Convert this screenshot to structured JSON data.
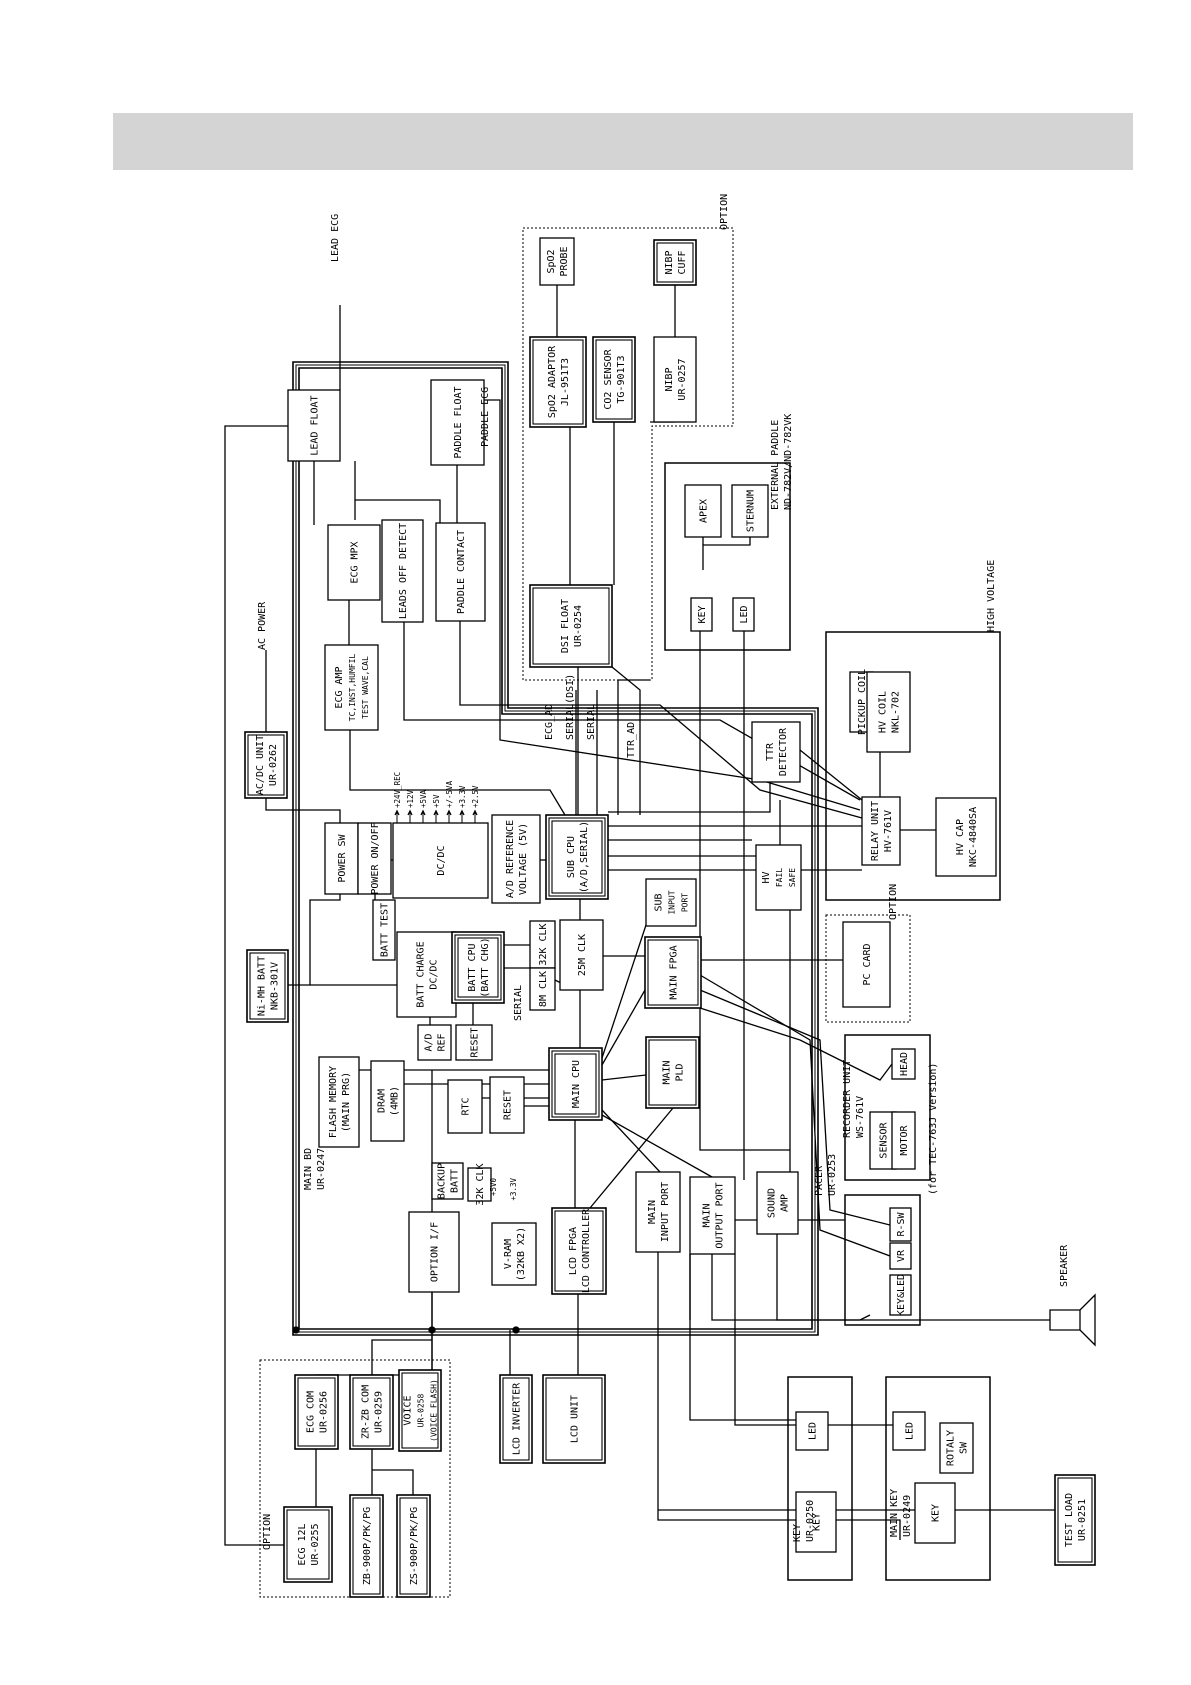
{
  "blocks": [
    {
      "id": "lead-float",
      "lines": [
        "LEAD FLOAT"
      ]
    },
    {
      "id": "paddle-float",
      "lines": [
        "PADDLE FLOAT"
      ]
    },
    {
      "id": "ecg-mpx",
      "lines": [
        "ECG MPX"
      ]
    },
    {
      "id": "leads-off",
      "lines": [
        "LEADS OFF DETECT"
      ]
    },
    {
      "id": "paddle-contact",
      "lines": [
        "PADDLE CONTACT"
      ]
    },
    {
      "id": "ecg-amp",
      "lines": [
        "ECG AMP",
        "TC,INST,HUMFIL",
        "TEST WAVE,CAL"
      ]
    },
    {
      "id": "acdc",
      "lines": [
        "AC/DC UNIT",
        "UR-0262"
      ]
    },
    {
      "id": "power-sw",
      "lines": [
        "POWER SW"
      ]
    },
    {
      "id": "power-onoff",
      "lines": [
        "POWER ON/OFF"
      ]
    },
    {
      "id": "dcdc",
      "lines": [
        "DC/DC"
      ]
    },
    {
      "id": "ad-ref",
      "lines": [
        "A/D REFERENCE",
        "VOLTAGE (5V)"
      ]
    },
    {
      "id": "sub-cpu",
      "lines": [
        "SUB CPU",
        "(A/D,SERIAL)"
      ]
    },
    {
      "id": "ttr-detector",
      "lines": [
        "TTR",
        "DETECTOR"
      ]
    },
    {
      "id": "hv-failsafe",
      "lines": [
        "HV",
        "FAIL",
        "SAFE"
      ]
    },
    {
      "id": "sub-input",
      "lines": [
        "SUB",
        "INPUT",
        "PORT"
      ]
    },
    {
      "id": "batt-test",
      "lines": [
        "BATT TEST"
      ]
    },
    {
      "id": "batt-charge",
      "lines": [
        "BATT CHARGE",
        "DC/DC"
      ]
    },
    {
      "id": "batt-cpu",
      "lines": [
        "BATT CPU",
        "(BATT CHG)"
      ]
    },
    {
      "id": "clk-32k",
      "lines": [
        "32K CLK"
      ]
    },
    {
      "id": "clk-8m",
      "lines": [
        "8M CLK"
      ]
    },
    {
      "id": "clk-25m",
      "lines": [
        "25M CLK"
      ]
    },
    {
      "id": "main-fpga",
      "lines": [
        "MAIN FPGA"
      ]
    },
    {
      "id": "nimh-batt",
      "lines": [
        "Ni-MH BATT",
        "NKB-301V"
      ]
    },
    {
      "id": "ad-ref2",
      "lines": [
        "A/D",
        "REF"
      ]
    },
    {
      "id": "reset1",
      "lines": [
        "RESET"
      ]
    },
    {
      "id": "main-cpu",
      "lines": [
        "MAIN CPU"
      ]
    },
    {
      "id": "main-pld",
      "lines": [
        "MAIN",
        "PLD"
      ]
    },
    {
      "id": "flash",
      "lines": [
        "FLASH MEMORY",
        "(MAIN PRG)"
      ]
    },
    {
      "id": "dram",
      "lines": [
        "DRAM",
        "(4MB)"
      ]
    },
    {
      "id": "rtc",
      "lines": [
        "RTC"
      ]
    },
    {
      "id": "reset2",
      "lines": [
        "RESET"
      ]
    },
    {
      "id": "backup-batt",
      "lines": [
        "BACKUP",
        "BATT"
      ]
    },
    {
      "id": "clk-32kb",
      "lines": [
        "32K CLK"
      ]
    },
    {
      "id": "option-if",
      "lines": [
        "OPTION I/F"
      ]
    },
    {
      "id": "vram",
      "lines": [
        "V-RAM",
        "(32KB X2)"
      ]
    },
    {
      "id": "lcd-fpga",
      "lines": [
        "LCD FPGA",
        "LCD CONTROLLER"
      ]
    },
    {
      "id": "main-input",
      "lines": [
        "MAIN",
        "INPUT PORT"
      ]
    },
    {
      "id": "main-output",
      "lines": [
        "MAIN",
        "OUTPUT PORT"
      ]
    },
    {
      "id": "sound-amp",
      "lines": [
        "SOUND",
        "AMP"
      ]
    },
    {
      "id": "spo2-probe",
      "lines": [
        "SpO2",
        "PROBE"
      ]
    },
    {
      "id": "spo2-adaptor",
      "lines": [
        "SpO2 ADAPTOR",
        "JL-951T3"
      ]
    },
    {
      "id": "co2",
      "lines": [
        "CO2 SENSOR",
        "TG-901T3"
      ]
    },
    {
      "id": "nibp-cuff",
      "lines": [
        "NIBP",
        "CUFF"
      ]
    },
    {
      "id": "nibp",
      "lines": [
        "NIBP",
        "UR-0257"
      ]
    },
    {
      "id": "ds-float",
      "lines": [
        "DSI FLOAT",
        "UR-0254"
      ]
    },
    {
      "id": "apex",
      "lines": [
        "APEX"
      ]
    },
    {
      "id": "sternum",
      "lines": [
        "STERNUM"
      ]
    },
    {
      "id": "pad-key",
      "lines": [
        "KEY"
      ]
    },
    {
      "id": "pad-led",
      "lines": [
        "LED"
      ]
    },
    {
      "id": "pickup",
      "lines": [
        "PICKUP COIL"
      ]
    },
    {
      "id": "hv-coil",
      "lines": [
        "HV COIL",
        "NKL-702"
      ]
    },
    {
      "id": "relay",
      "lines": [
        "RELAY UNIT",
        "HV-761V"
      ]
    },
    {
      "id": "hv-cap",
      "lines": [
        "HV CAP",
        "NKC-4840SA"
      ]
    },
    {
      "id": "pc-card",
      "lines": [
        "PC CARD"
      ]
    },
    {
      "id": "rec-head",
      "lines": [
        "HEAD"
      ]
    },
    {
      "id": "rec-sensor",
      "lines": [
        "SENSOR"
      ]
    },
    {
      "id": "rec-motor",
      "lines": [
        "MOTOR"
      ]
    },
    {
      "id": "pacer-rsw",
      "lines": [
        "R-SW"
      ]
    },
    {
      "id": "pacer-vr",
      "lines": [
        "VR"
      ]
    },
    {
      "id": "pacer-keyled",
      "lines": [
        "KEY&LED"
      ]
    },
    {
      "id": "ecg-com",
      "lines": [
        "ECG COM",
        "UR-0256"
      ]
    },
    {
      "id": "zr-com",
      "lines": [
        "ZR-ZB COM",
        "UR-0259"
      ]
    },
    {
      "id": "voice",
      "lines": [
        "VOICE",
        "UR-0258",
        "(VOICE FLASH)"
      ]
    },
    {
      "id": "ecg12l",
      "lines": [
        "ECG 12L",
        "UR-0255"
      ]
    },
    {
      "id": "zb900",
      "lines": [
        "ZB-900P/PK/PG"
      ]
    },
    {
      "id": "zs900",
      "lines": [
        "ZS-900P/PK/PG"
      ]
    },
    {
      "id": "lcd-inv",
      "lines": [
        "LCD INVERTER"
      ]
    },
    {
      "id": "lcd-unit",
      "lines": [
        "LCD UNIT"
      ]
    },
    {
      "id": "key-led",
      "lines": [
        "LED"
      ]
    },
    {
      "id": "key-key",
      "lines": [
        "KEY"
      ]
    },
    {
      "id": "mk-led",
      "lines": [
        "LED"
      ]
    },
    {
      "id": "mk-rotary",
      "lines": [
        "ROTALY",
        "SW"
      ]
    },
    {
      "id": "mk-key",
      "lines": [
        "KEY"
      ]
    },
    {
      "id": "test-load",
      "lines": [
        "TEST LOAD",
        "UR-0251"
      ]
    }
  ],
  "labels": {
    "lead-ecg": "LEAD ECG",
    "ac-power": "AC POWER",
    "paddle-ecg": "PADDLE ECG",
    "option-top": "OPTION",
    "external-paddle": [
      "EXTERNAL PADDLE",
      "ND-782V/ND-782VK"
    ],
    "high-voltage": "HIGH VOLTAGE",
    "option-pc": "OPTION",
    "recorder": [
      "RECORDER UNIT",
      "WS-761V"
    ],
    "pacer": [
      "PACER",
      "UR-0253"
    ],
    "tec-version": "(for TEC-763J Version)",
    "main-bd": [
      "MAIN BD",
      "UR-0247"
    ],
    "option-bottom": "OPTION",
    "key-group": [
      "KEY",
      "UR-0250"
    ],
    "mainkey-group": [
      "MAIN KEY",
      "UR-0249"
    ],
    "speaker": "SPEAKER",
    "serial": "SERIAL",
    "sig-ecg": "ECG_AD",
    "sig-serial-dsi": "SERIAL(DSI)",
    "sig-serial": "SERIAL",
    "sig-ttr": "TTR_AD",
    "dc-outputs": [
      "+24V_REC",
      "+12V",
      "+5VA",
      "+5V",
      "+/-5VA",
      "+3.3V",
      "+2.5V"
    ],
    "plus5v": "+5V0",
    "plus3v": "+3.3V"
  }
}
